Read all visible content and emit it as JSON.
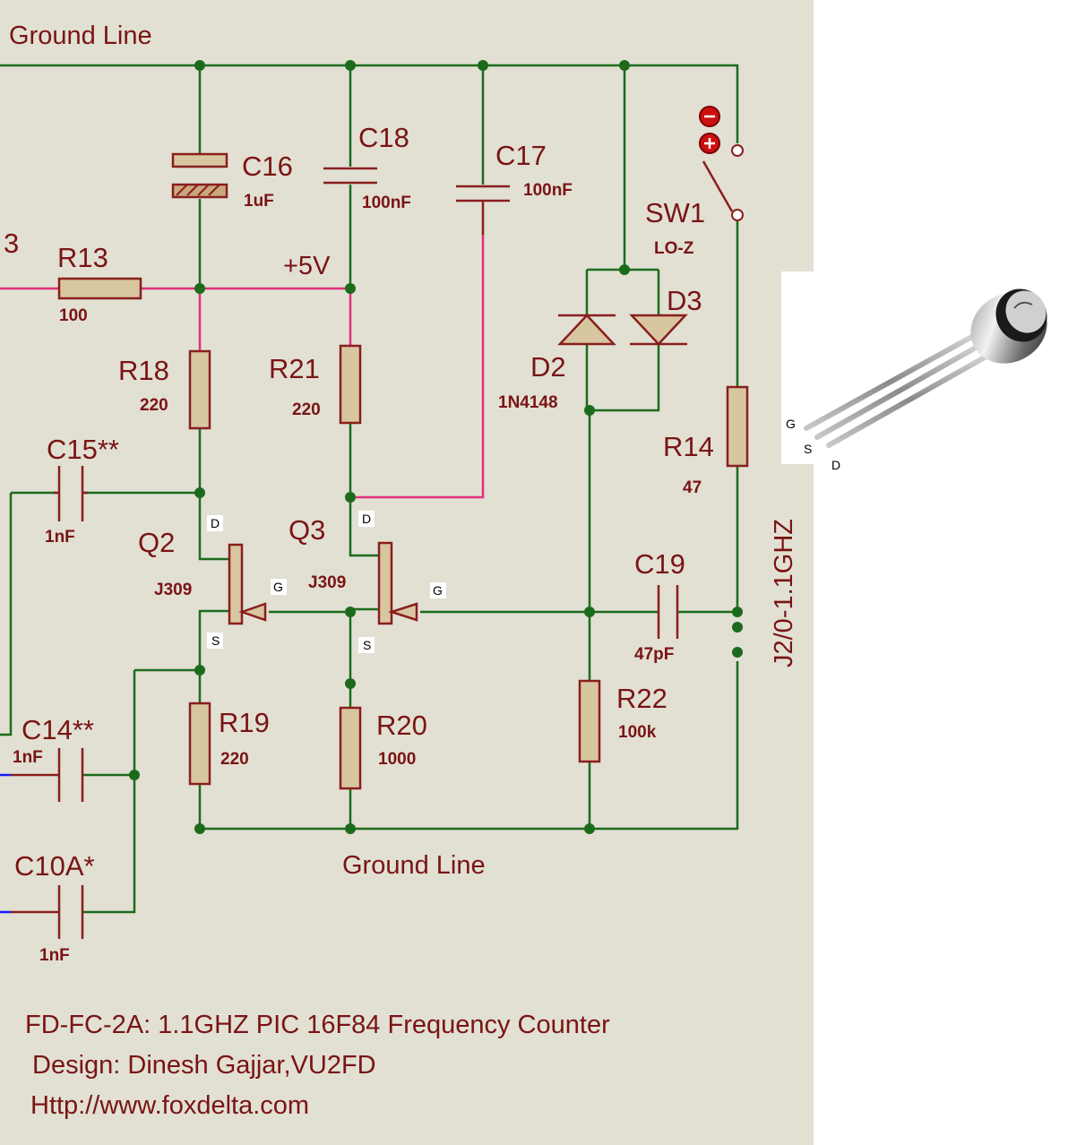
{
  "labels": {
    "ground_top": "Ground Line",
    "ground_bottom": "Ground Line",
    "supply": "+5V",
    "partial_left": "3",
    "connector": "J2/0-1.1GHZ"
  },
  "components": {
    "c16": {
      "ref": "C16",
      "value": "1uF"
    },
    "c18": {
      "ref": "C18",
      "value": "100nF"
    },
    "c17": {
      "ref": "C17",
      "value": "100nF"
    },
    "sw1": {
      "ref": "SW1",
      "value": "LO-Z"
    },
    "r13": {
      "ref": "R13",
      "value": "100"
    },
    "d3": {
      "ref": "D3"
    },
    "d2": {
      "ref": "D2",
      "value": "1N4148"
    },
    "r18": {
      "ref": "R18",
      "value": "220"
    },
    "r21": {
      "ref": "R21",
      "value": "220"
    },
    "r14": {
      "ref": "R14",
      "value": "47"
    },
    "c15": {
      "ref": "C15**",
      "value": "1nF"
    },
    "q2": {
      "ref": "Q2",
      "value": "J309"
    },
    "q3": {
      "ref": "Q3",
      "value": "J309"
    },
    "c19": {
      "ref": "C19",
      "value": "47pF"
    },
    "r19": {
      "ref": "R19",
      "value": "220"
    },
    "r20": {
      "ref": "R20",
      "value": "1000"
    },
    "r22": {
      "ref": "R22",
      "value": "100k"
    },
    "c14": {
      "ref": "C14**",
      "value": "1nF"
    },
    "c10a": {
      "ref": "C10A*",
      "value": "1nF"
    }
  },
  "pins": {
    "d": "D",
    "g": "G",
    "s": "S"
  },
  "footer": {
    "title": "FD-FC-2A: 1.1GHZ PIC 16F84 Frequency Counter",
    "design": "Design: Dinesh Gajjar,VU2FD",
    "url": "Http://www.foxdelta.com"
  },
  "transistor_legend": {
    "g": "G",
    "s": "S",
    "d": "D"
  },
  "colors": {
    "background": "#e1e0d3",
    "wire_ground": "#1c6b1c",
    "wire_power": "#e0307a",
    "wire_signal": "#1a1aff",
    "label": "#7a1414"
  }
}
